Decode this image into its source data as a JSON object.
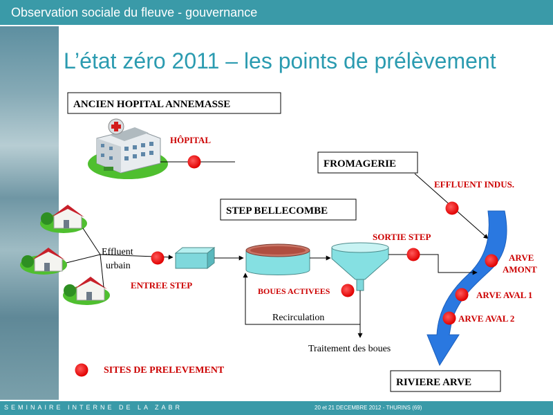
{
  "header": {
    "title": "Observation sociale du fleuve - gouvernance"
  },
  "slide": {
    "title": "L’état zéro 2011 – les points de prélèvement"
  },
  "footer": {
    "left": "SEMINAIRE INTERNE DE LA ZABR",
    "right": "20 et 21 DECEMBRE 2012 -  THURINS (69)"
  },
  "diagram": {
    "boxes": {
      "hopital": "ANCIEN HOPITAL ANNEMASSE",
      "fromagerie": "FROMAGERIE",
      "step": "STEP BELLECOMBE",
      "riviere": "RIVIERE ARVE"
    },
    "labels": {
      "hopital_point": "HÔPITAL",
      "effluent_indus": "EFFLUENT INDUS.",
      "sortie_step": "SORTIE STEP",
      "effluent_urbain_1": "Effluent",
      "effluent_urbain_2": "urbain",
      "entree_step": "ENTREE STEP",
      "boues_activees": "BOUES ACTIVEES",
      "recirculation": "Recirculation",
      "traitement_boues": "Traitement des boues",
      "arve_amont_1": "ARVE",
      "arve_amont_2": "AMONT",
      "arve_aval_1": "ARVE AVAL 1",
      "arve_aval_2": "ARVE AVAL 2",
      "legend": "SITES DE PRELEVEMENT"
    },
    "colors": {
      "point": "#e8101a",
      "river": "#2a78e0",
      "label_red": "#cc0000"
    }
  }
}
